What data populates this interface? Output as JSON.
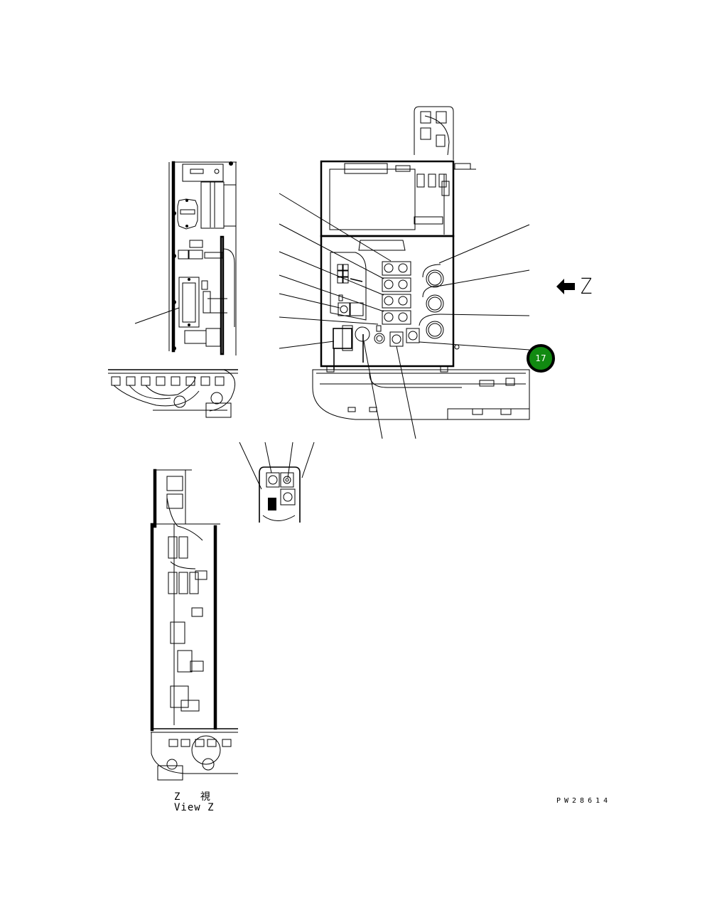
{
  "diagram": {
    "view_direction_label": "Z",
    "view_direction_arrow": "arrow-left-icon",
    "view_caption_ja": "Z 視",
    "view_caption_en": "View Z",
    "drawing_code": "PW28614",
    "callouts": [
      {
        "number": "17",
        "color": "#118a11",
        "border": "#000000"
      }
    ],
    "views": [
      {
        "name": "side-view-left",
        "description": "Left side elevation of electrical box"
      },
      {
        "name": "front-view-main",
        "description": "Front view of switch panel"
      },
      {
        "name": "detail-view-small",
        "description": "Detail of switch cluster"
      },
      {
        "name": "view-z",
        "description": "View Z side elevation"
      }
    ]
  }
}
